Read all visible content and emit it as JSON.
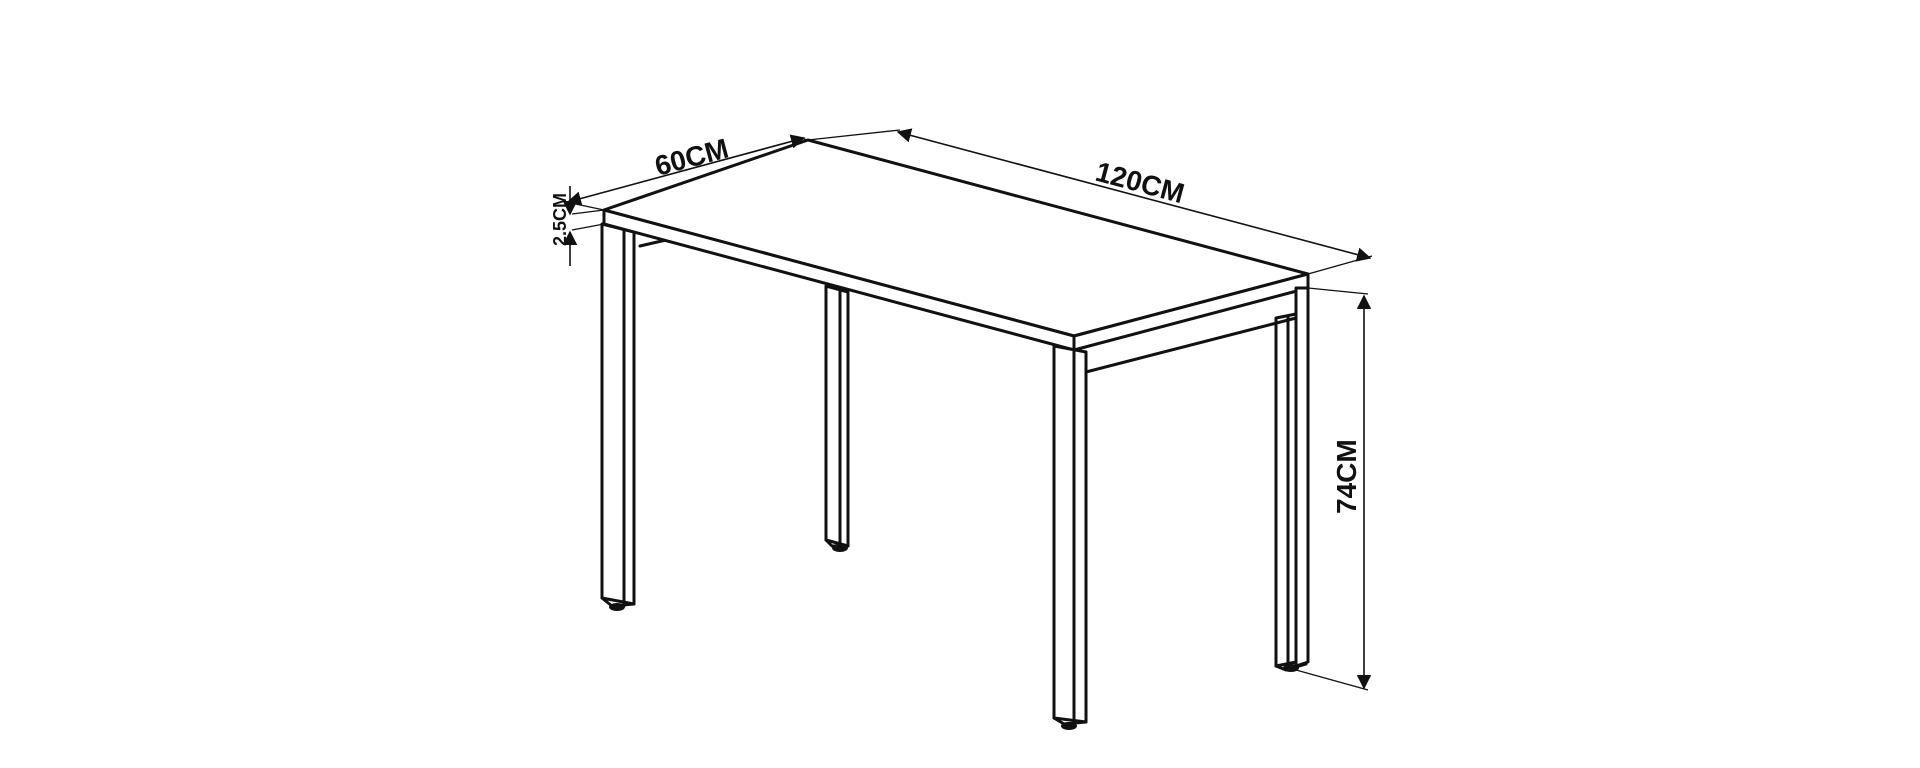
{
  "diagram": {
    "dimensions": {
      "depth": "60CM",
      "length": "120CM",
      "top_thickness": "2.5CM",
      "height": "74CM"
    }
  }
}
